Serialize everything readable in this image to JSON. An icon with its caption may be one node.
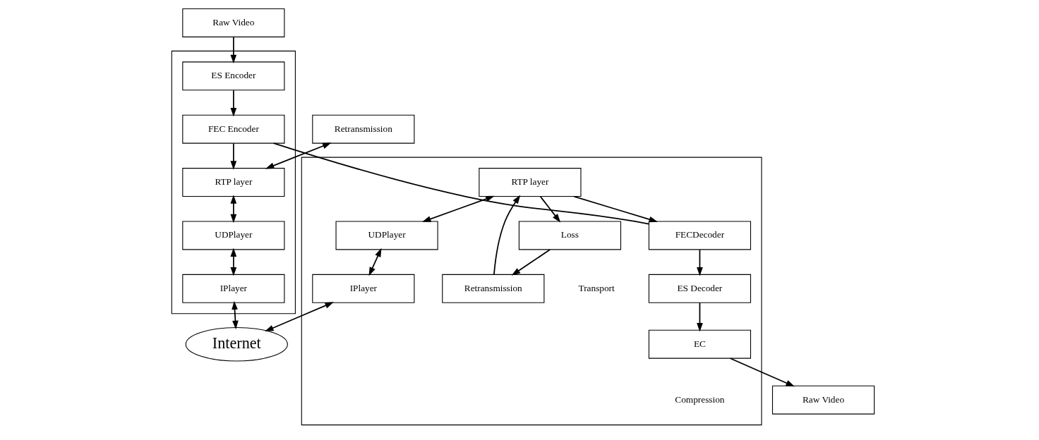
{
  "diagram": {
    "nodes": [
      {
        "text": [
          "Raw Video"
        ]
      },
      {
        "text": [],
        "shape": "box"
      },
      {
        "text": [
          "ES Encoder"
        ],
        "in": 1
      },
      {
        "text": [
          "FEC Encoder"
        ],
        "in": 1
      },
      {
        "text": [
          "RTP layer"
        ],
        "in": 1
      },
      {
        "text": [
          "UDPlayer"
        ],
        "in": 1
      },
      {
        "text": [
          "IPlayer"
        ],
        "in": 1
      },
      {
        "text": [
          "Retransmission"
        ]
      },
      {
        "text": [],
        "shape": "box"
      },
      {
        "text": [
          "ES Decoder"
        ],
        "in": 8
      },
      {
        "text": [
          "EC"
        ],
        "in": 8
      },
      {
        "text": [
          "FECDecoder"
        ],
        "in": 8
      },
      {
        "text": [
          "Retransmission"
        ],
        "in": 8
      },
      {
        "text": [
          "RTP layer"
        ],
        "in": 8
      },
      {
        "text": [
          "UDPlayer"
        ],
        "in": 8
      },
      {
        "text": [
          "Loss"
        ],
        "in": 8
      },
      {
        "text": [
          "IPlayer"
        ],
        "in": 8
      },
      {
        "text": [
          "Raw Video"
        ]
      },
      {
        "text": [
          "Internet"
        ]
      }
    ],
    "edges": [
      {
        "from": 0,
        "to": 2,
        "arrow": "to"
      },
      {
        "from": 2,
        "to": 3,
        "arrow": "to"
      },
      {
        "from": 3,
        "to": 4,
        "arrow": "to"
      },
      {
        "from": 7,
        "to": 4,
        "arrow": "both"
      },
      {
        "from": 4,
        "to": 5,
        "arrow": "both"
      },
      {
        "from": 5,
        "to": 6,
        "arrow": "both"
      },
      {
        "from": 6,
        "to": 18,
        "arrow": "both"
      },
      {
        "from": 9,
        "to": 10,
        "arrow": "to"
      },
      {
        "from": 10,
        "to": 17,
        "arrow": "to"
      },
      {
        "from": 11,
        "to": 9,
        "arrow": "to"
      },
      {
        "from": 13,
        "to": 11,
        "arrow": "to"
      },
      {
        "from": 12,
        "to": 13,
        "arrow": "to"
      },
      {
        "from": 13,
        "to": 15,
        "arrow": "to"
      },
      {
        "from": 15,
        "to": 12,
        "arrow": "to"
      },
      {
        "from": 13,
        "to": 14,
        "arrow": "both"
      },
      {
        "from": 14,
        "to": 16,
        "arrow": "both"
      },
      {
        "from": 16,
        "to": 18,
        "arrow": "both"
      },
      {
        "from": 3,
        "to": 11,
        "arrow": "none"
      }
    ],
    "labels": [
      "Compression",
      "Transport"
    ]
  }
}
